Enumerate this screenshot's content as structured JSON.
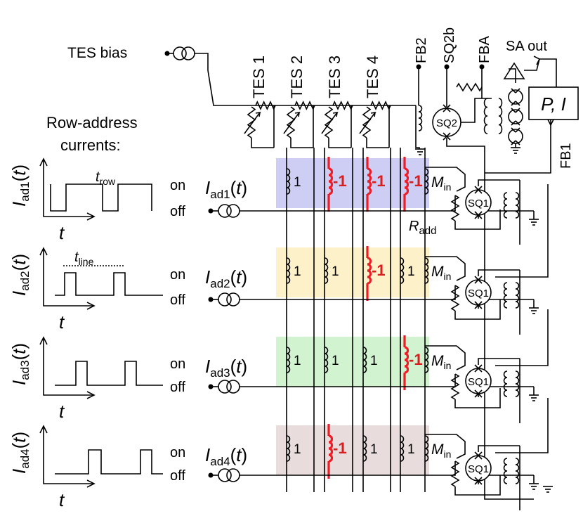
{
  "labels": {
    "tes_bias": "TES bias",
    "row_address_line1": "Row-address",
    "row_address_line2": "currents:",
    "tes": [
      "TES 1",
      "TES 2",
      "TES 3",
      "TES 4"
    ],
    "fb2": "FB2",
    "sq2b": "SQ2b",
    "fba": "FBA",
    "sa_out": "SA out",
    "fb1": "FB1",
    "pi": "P, I",
    "sq2": "SQ2",
    "sq1": "SQ1",
    "r_add": "R",
    "r_add_sub": "add",
    "m_in": "M",
    "m_in_sub": "in",
    "on": "on",
    "off": "off",
    "t": "t",
    "t_row": "t",
    "t_row_sub": "row",
    "t_line": "t",
    "t_line_sub": "line",
    "i_symbol": "I",
    "open_paren": "(",
    "close_paren": ")"
  },
  "rows": [
    {
      "sub": "ad1",
      "coils": [
        "1",
        "-1",
        "-1",
        "-1"
      ],
      "color": "#c6c5f2"
    },
    {
      "sub": "ad2",
      "coils": [
        "1",
        "1",
        "-1",
        "1"
      ],
      "color": "#fbeec0"
    },
    {
      "sub": "ad3",
      "coils": [
        "1",
        "1",
        "1",
        "-1"
      ],
      "color": "#c9f1c8"
    },
    {
      "sub": "ad4",
      "coils": [
        "1",
        "-1",
        "1",
        "1"
      ],
      "color": "#e4d6d6"
    }
  ],
  "colors": {
    "wire": "#000000",
    "negative_coil": "#ee1c25",
    "negative_text": "#d81e1e"
  }
}
